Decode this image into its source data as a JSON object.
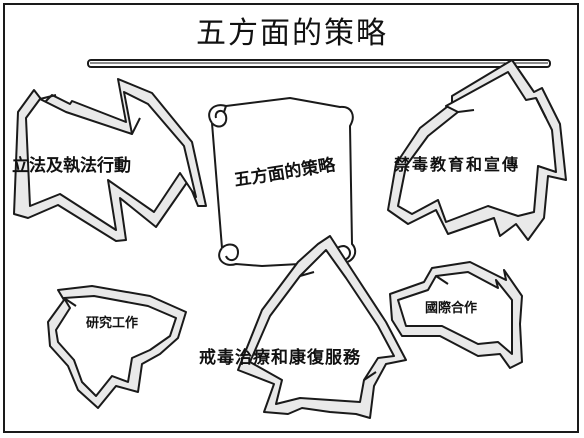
{
  "title": "五方面的策略",
  "center_label": "五方面的策略",
  "strategies": {
    "legal": "立法及執法行動",
    "education": "禁毒教育和宣傳",
    "research": "研究工作",
    "international": "國際合作",
    "treatment": "戒毒治療和康復服務"
  },
  "colors": {
    "line": "#1a1a1a",
    "fill": "#ffffff"
  }
}
